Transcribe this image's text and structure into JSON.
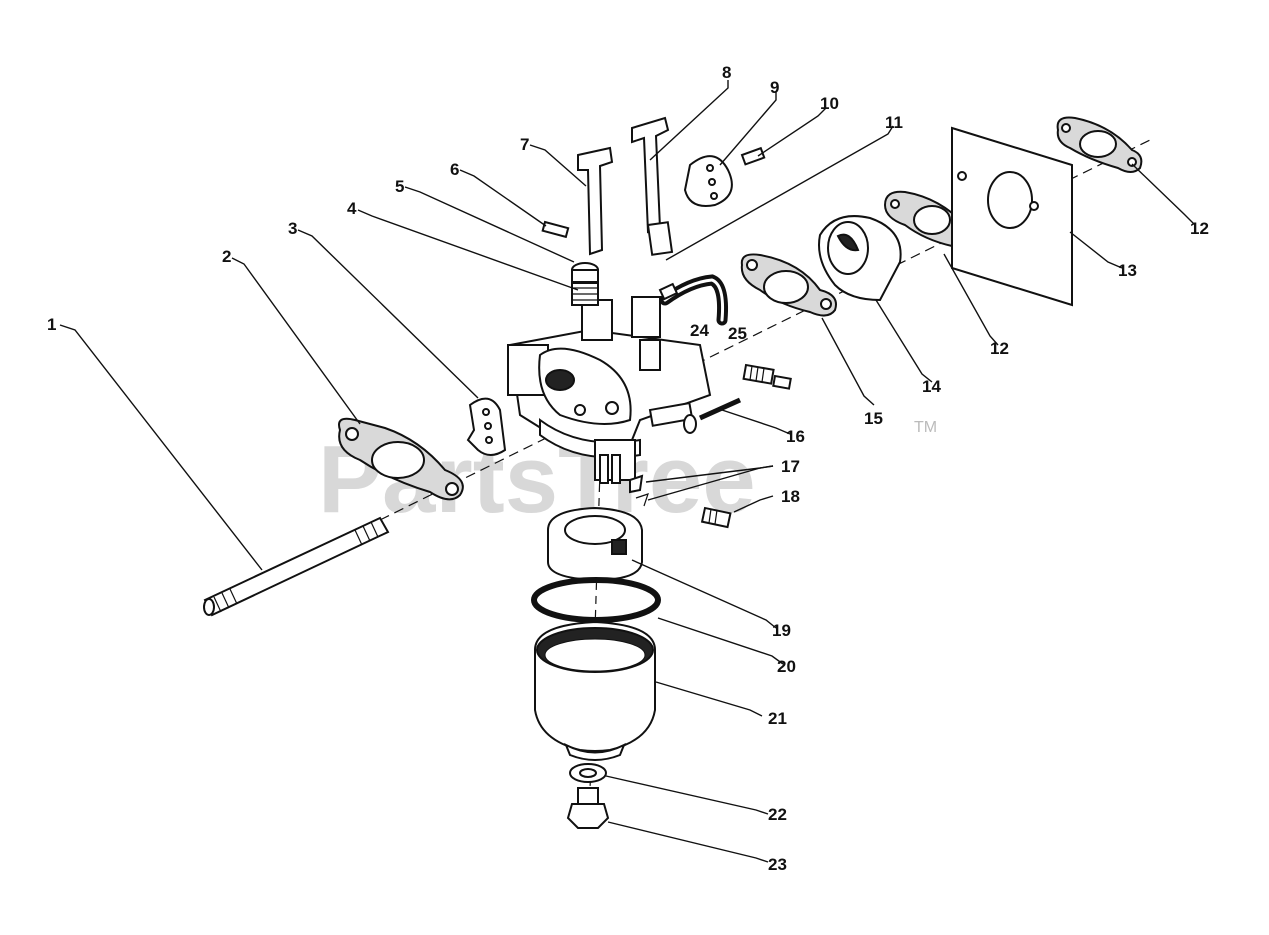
{
  "watermark": {
    "text": "PartsTree",
    "tm": "TM"
  },
  "callouts": [
    {
      "id": "1",
      "label": "1"
    },
    {
      "id": "2",
      "label": "2"
    },
    {
      "id": "3",
      "label": "3"
    },
    {
      "id": "4",
      "label": "4"
    },
    {
      "id": "5",
      "label": "5"
    },
    {
      "id": "6",
      "label": "6"
    },
    {
      "id": "7",
      "label": "7"
    },
    {
      "id": "8",
      "label": "8"
    },
    {
      "id": "9",
      "label": "9"
    },
    {
      "id": "10",
      "label": "10"
    },
    {
      "id": "11",
      "label": "11"
    },
    {
      "id": "12a",
      "label": "12"
    },
    {
      "id": "12b",
      "label": "12"
    },
    {
      "id": "13",
      "label": "13"
    },
    {
      "id": "14",
      "label": "14"
    },
    {
      "id": "15",
      "label": "15"
    },
    {
      "id": "16",
      "label": "16"
    },
    {
      "id": "17",
      "label": "17"
    },
    {
      "id": "18",
      "label": "18"
    },
    {
      "id": "19",
      "label": "19"
    },
    {
      "id": "20",
      "label": "20"
    },
    {
      "id": "21",
      "label": "21"
    },
    {
      "id": "22",
      "label": "22"
    },
    {
      "id": "23",
      "label": "23"
    },
    {
      "id": "24",
      "label": "24"
    },
    {
      "id": "25",
      "label": "25"
    }
  ]
}
